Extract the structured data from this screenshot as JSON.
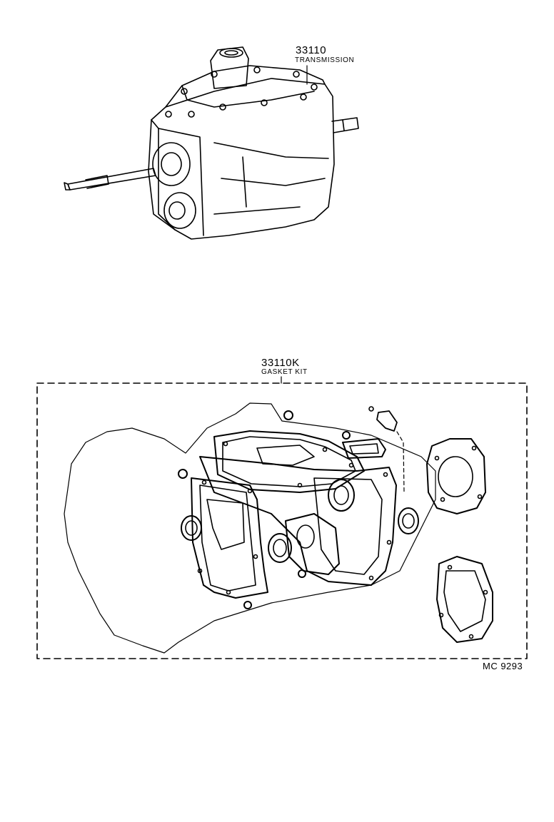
{
  "transmission": {
    "part_number": "33110",
    "name": "TRANSMISSION"
  },
  "gasket_kit": {
    "part_number": "33110K",
    "name": "GASKET KIT"
  },
  "drawing_code": "MC 9293"
}
